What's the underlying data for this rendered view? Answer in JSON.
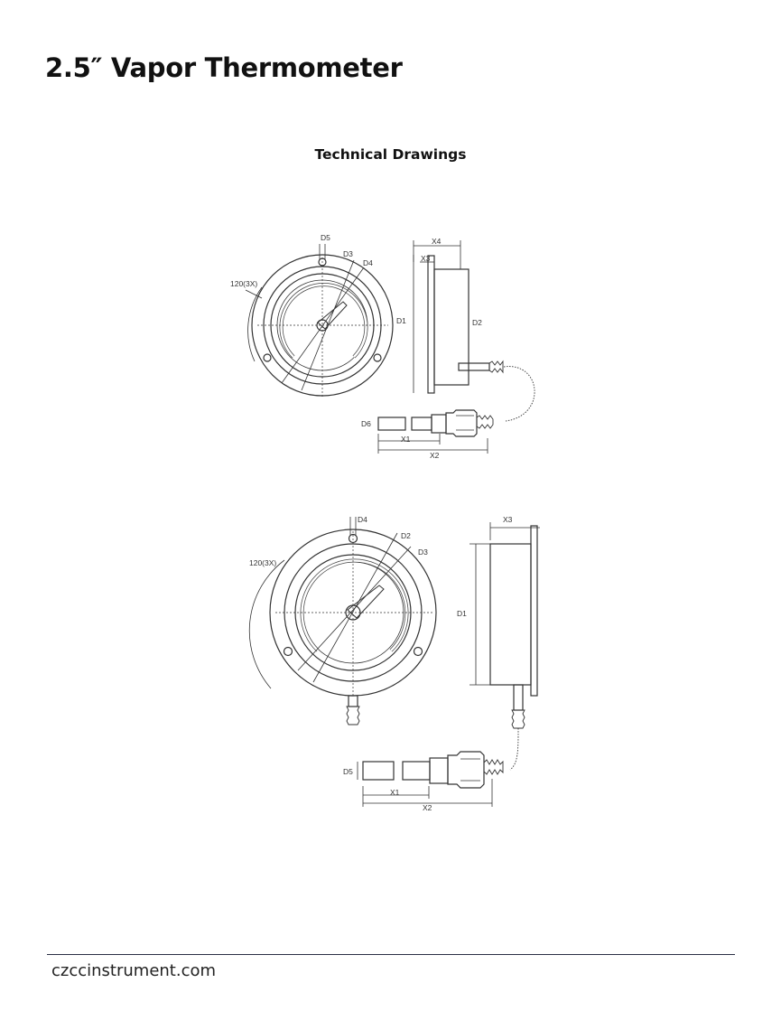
{
  "document": {
    "title": "2.5″ Vapor Thermometer",
    "section_heading": "Technical Drawings",
    "footer_url": "czccinstrument.com"
  },
  "drawing_1_labels": {
    "d5": "D5",
    "d3": "D3",
    "d4": "D4",
    "angle": "120(3X)",
    "x4": "X4",
    "x3": "X3",
    "d1": "D1",
    "d2": "D2",
    "d6": "D6",
    "x1": "X1",
    "x2": "X2"
  },
  "drawing_2_labels": {
    "d4": "D4",
    "d2": "D2",
    "d3": "D3",
    "angle": "120(3X)",
    "x3": "X3",
    "d1": "D1",
    "d5": "D5",
    "x1": "X1",
    "x2": "X2"
  }
}
